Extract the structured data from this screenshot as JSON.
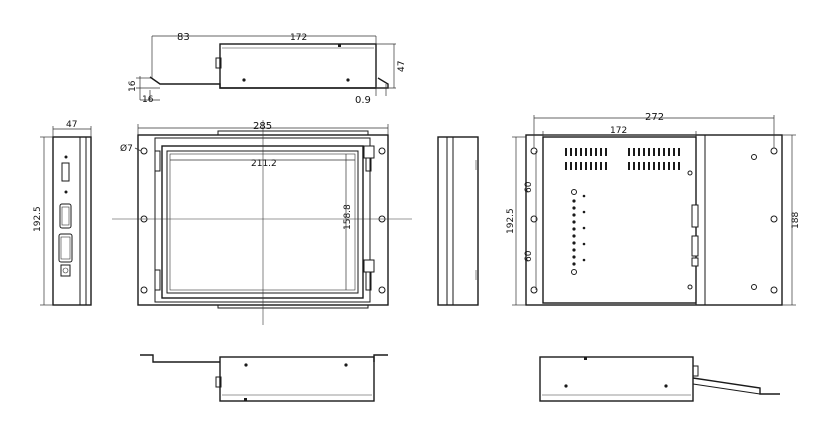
{
  "dimensions": {
    "top_side_offset": "83",
    "top_width": "172",
    "top_height": "47",
    "top_flange": "16",
    "top_flange_b": "16",
    "top_thickness": "0.9",
    "left_depth": "47",
    "left_height": "192.5",
    "front_width": "285",
    "front_hole": "Ø7",
    "front_screen_w": "211.2",
    "front_screen_h": "158.8",
    "rear_outer": "272",
    "rear_inner": "172",
    "rear_height": "192.5",
    "rear_total": "188",
    "rear_pitch_a": "60",
    "rear_pitch_b": "60"
  }
}
